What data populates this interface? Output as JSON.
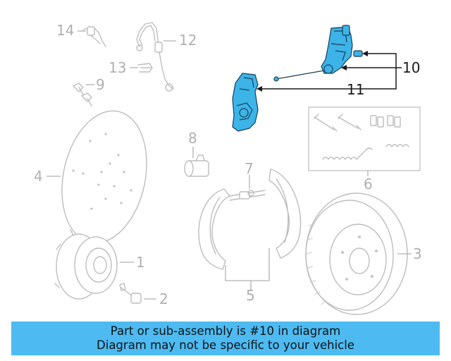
{
  "callouts": {
    "c1": "1",
    "c2": "2",
    "c3": "3",
    "c4": "4",
    "c5": "5",
    "c6": "6",
    "c7": "7",
    "c8": "8",
    "c9": "9",
    "c10": "10",
    "c11": "11",
    "c12": "12",
    "c13": "13",
    "c14": "14"
  },
  "highlight": {
    "fill_color": "#3cb4e8",
    "outline_color": "#1b3f55"
  },
  "banner": {
    "line1": "Part or sub-assembly is #10 in diagram",
    "line2": "Diagram may not be specific to your vehicle",
    "background_color": "#4dbbf2"
  }
}
